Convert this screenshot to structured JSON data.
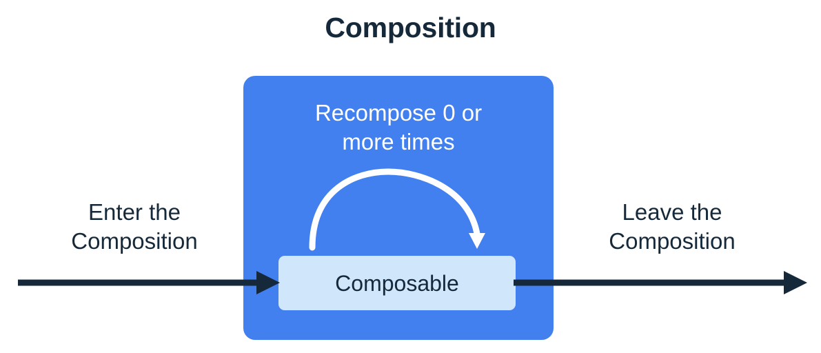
{
  "diagram": {
    "title": "Composition",
    "colors": {
      "background": "#ffffff",
      "composition_fill": "#4180ee",
      "composable_fill": "#d0e6fb",
      "text_dark": "#16293a",
      "text_light": "#ffffff",
      "arrow_dark": "#16293a",
      "arrow_light": "#ffffff"
    },
    "composition": {
      "recompose_label": "Recompose 0 or\nmore times",
      "recompose_arrow_name": "recompose-loop-arrow",
      "composable": {
        "label": "Composable"
      }
    },
    "enter": {
      "label": "Enter the\nComposition",
      "arrow_name": "enter-composition-arrow"
    },
    "leave": {
      "label": "Leave the\nComposition",
      "arrow_name": "leave-composition-arrow"
    }
  }
}
